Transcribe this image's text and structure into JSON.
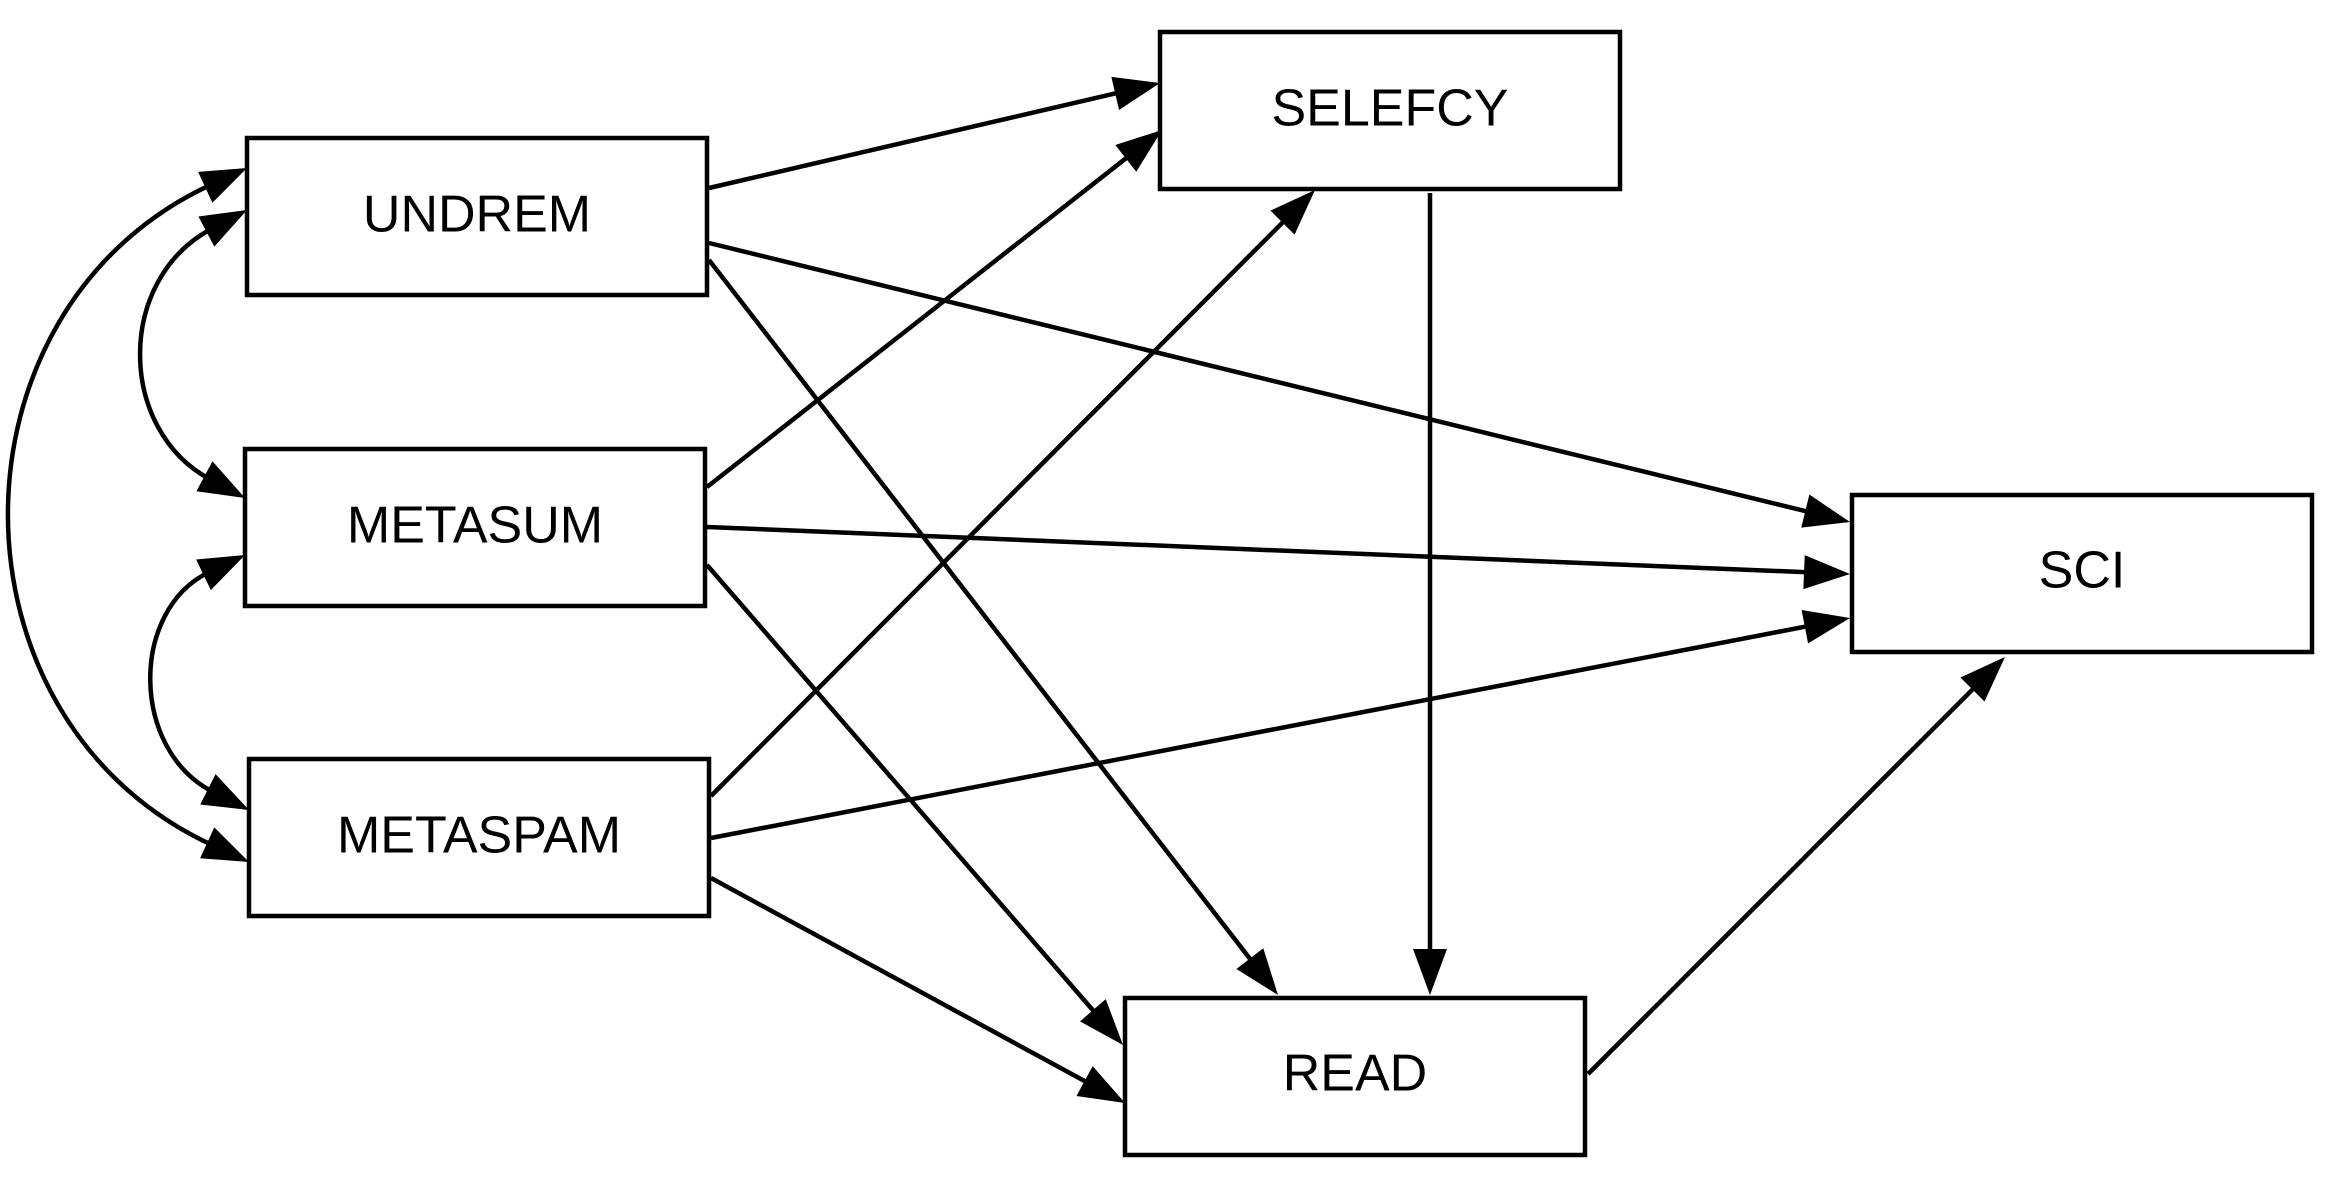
{
  "diagram": {
    "type": "path-diagram",
    "nodes": [
      {
        "id": "undrem",
        "label": "UNDREM"
      },
      {
        "id": "metasum",
        "label": "METASUM"
      },
      {
        "id": "metaspam",
        "label": "METASPAM"
      },
      {
        "id": "selefcy",
        "label": "SELEFCY"
      },
      {
        "id": "read",
        "label": "READ"
      },
      {
        "id": "sci",
        "label": "SCI"
      }
    ],
    "paths": [
      {
        "from": "undrem",
        "to": "selefcy"
      },
      {
        "from": "undrem",
        "to": "sci"
      },
      {
        "from": "undrem",
        "to": "read"
      },
      {
        "from": "metasum",
        "to": "selefcy"
      },
      {
        "from": "metasum",
        "to": "sci"
      },
      {
        "from": "metasum",
        "to": "read"
      },
      {
        "from": "metaspam",
        "to": "selefcy"
      },
      {
        "from": "metaspam",
        "to": "sci"
      },
      {
        "from": "metaspam",
        "to": "read"
      },
      {
        "from": "selefcy",
        "to": "read"
      },
      {
        "from": "read",
        "to": "sci"
      }
    ],
    "covariances": [
      {
        "a": "undrem",
        "b": "metasum"
      },
      {
        "a": "metasum",
        "b": "metaspam"
      },
      {
        "a": "undrem",
        "b": "metaspam"
      }
    ],
    "colors": {
      "stroke": "#000000",
      "fill": "#ffffff"
    }
  }
}
